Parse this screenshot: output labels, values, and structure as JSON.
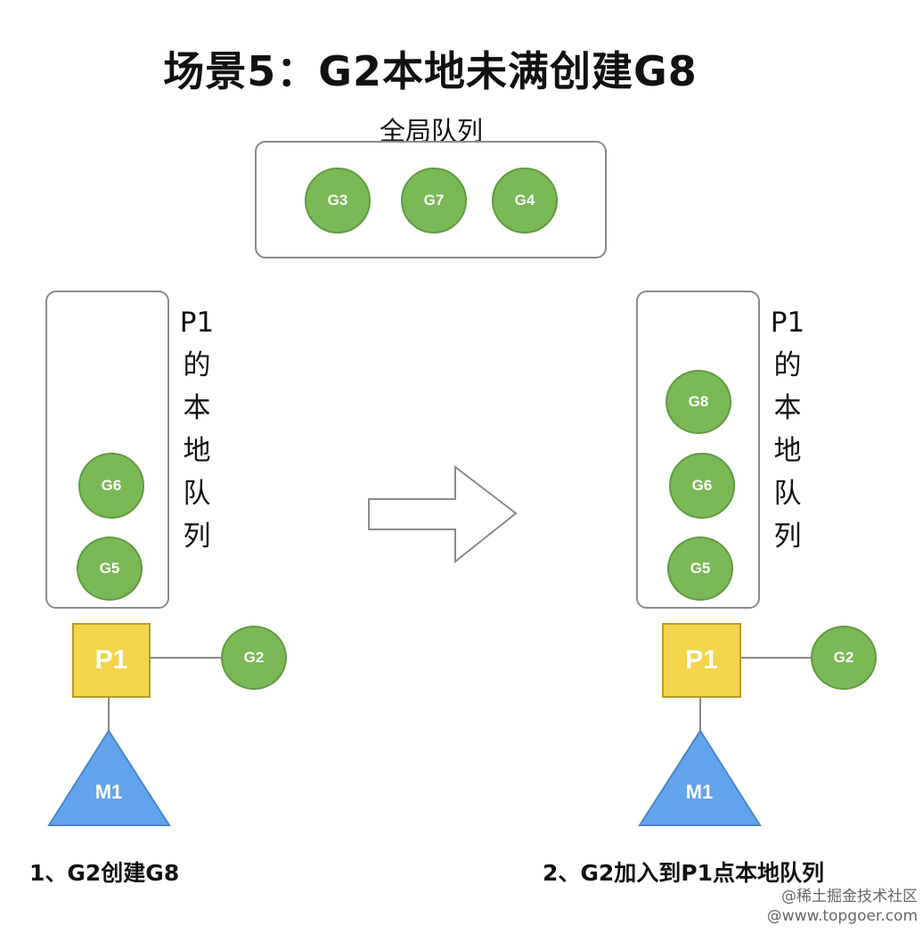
{
  "title": "场景5：G2本地未满创建G8",
  "global_queue": {
    "label": "全局队列",
    "goroutines": [
      "G3",
      "G7",
      "G4"
    ]
  },
  "left": {
    "local_queue_label": [
      "P1",
      "的",
      "本",
      "地",
      "队",
      "列"
    ],
    "local_queue": [
      "G6",
      "G5"
    ],
    "processor": "P1",
    "running_goroutine": "G2",
    "machine": "M1",
    "caption": "1、G2创建G8"
  },
  "right": {
    "local_queue_label": [
      "P1",
      "的",
      "本",
      "地",
      "队",
      "列"
    ],
    "local_queue": [
      "G8",
      "G6",
      "G5"
    ],
    "processor": "P1",
    "running_goroutine": "G2",
    "machine": "M1",
    "caption": "2、G2加入到P1点本地队列"
  },
  "watermark": {
    "line1": "@稀土掘金技术社区",
    "line2": "@www.topgoer.com"
  },
  "colors": {
    "goroutine": "#7ab856",
    "processor": "#f2d54a",
    "machine": "#62a3ee",
    "border": "#8a8a8a"
  }
}
